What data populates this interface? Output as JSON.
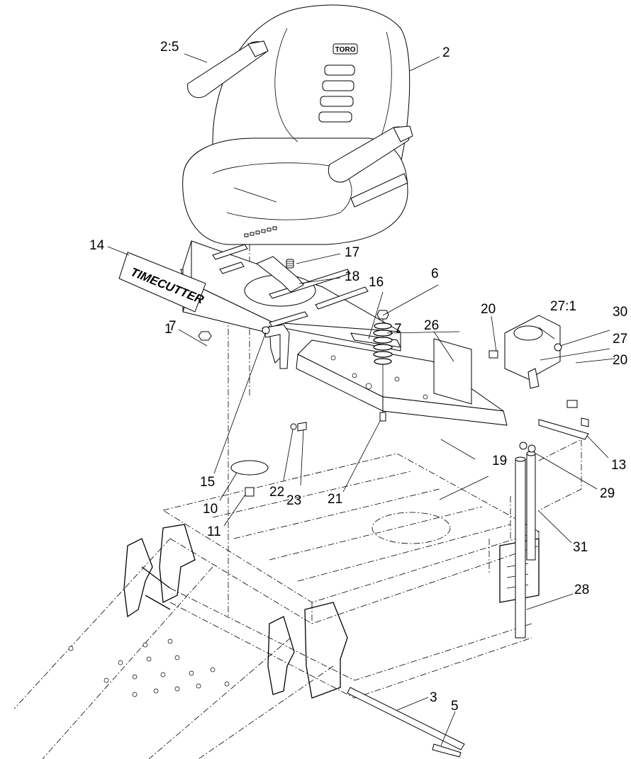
{
  "diagram": {
    "brand_logo": "TORO",
    "decal_text": "TIMECUTTER",
    "callouts": [
      {
        "id": "c-2-5",
        "label": "2:5"
      },
      {
        "id": "c-2",
        "label": "2"
      },
      {
        "id": "c-17",
        "label": "17"
      },
      {
        "id": "c-18",
        "label": "18"
      },
      {
        "id": "c-1",
        "label": "1"
      },
      {
        "id": "c-14",
        "label": "14"
      },
      {
        "id": "c-26",
        "label": "26"
      },
      {
        "id": "c-20a",
        "label": "20"
      },
      {
        "id": "c-27-1",
        "label": "27:1"
      },
      {
        "id": "c-30",
        "label": "30"
      },
      {
        "id": "c-27",
        "label": "27"
      },
      {
        "id": "c-20b",
        "label": "20"
      },
      {
        "id": "c-16",
        "label": "16"
      },
      {
        "id": "c-7a",
        "label": "7"
      },
      {
        "id": "c-6",
        "label": "6"
      },
      {
        "id": "c-7b",
        "label": "7"
      },
      {
        "id": "c-13",
        "label": "13"
      },
      {
        "id": "c-19",
        "label": "19"
      },
      {
        "id": "c-29",
        "label": "29"
      },
      {
        "id": "c-15",
        "label": "15"
      },
      {
        "id": "c-21",
        "label": "21"
      },
      {
        "id": "c-22",
        "label": "22"
      },
      {
        "id": "c-23",
        "label": "23"
      },
      {
        "id": "c-10",
        "label": "10"
      },
      {
        "id": "c-11",
        "label": "11"
      },
      {
        "id": "c-31",
        "label": "31"
      },
      {
        "id": "c-28",
        "label": "28"
      },
      {
        "id": "c-3",
        "label": "3"
      },
      {
        "id": "c-5",
        "label": "5"
      }
    ]
  }
}
